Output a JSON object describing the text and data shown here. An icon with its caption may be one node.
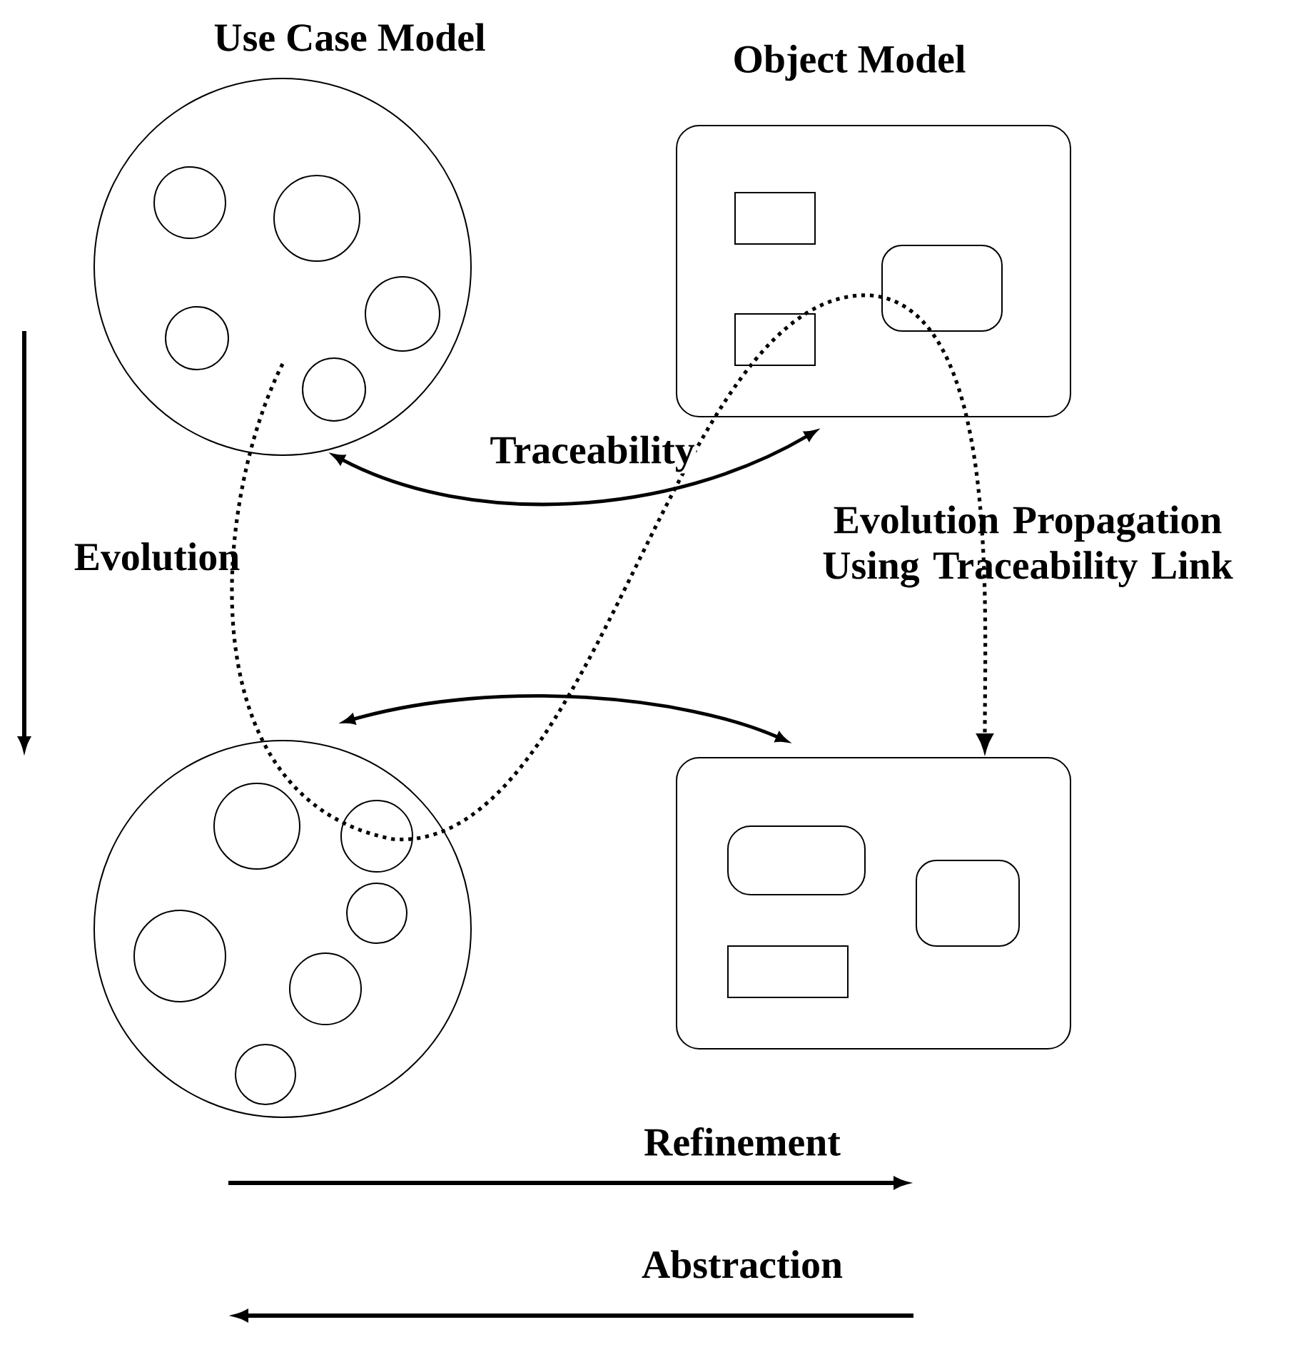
{
  "diagram": {
    "nodes": [
      {
        "text": [
          "Use Case Model"
        ]
      },
      {
        "text": [],
        "shape": "circle",
        "in": 0
      },
      {
        "text": [],
        "shape": "circle",
        "in": 0
      },
      {
        "text": [],
        "shape": "circle",
        "in": 0
      },
      {
        "text": [],
        "shape": "circle",
        "in": 0
      },
      {
        "text": [],
        "shape": "circle",
        "in": 0
      },
      {
        "text": [
          "Object Model"
        ]
      },
      {
        "text": [],
        "shape": "box",
        "in": 6
      },
      {
        "text": [],
        "shape": "box",
        "in": 6
      },
      {
        "text": [],
        "shape": "box",
        "in": 6
      },
      {
        "text": [],
        "shape": "circle"
      },
      {
        "text": [],
        "shape": "circle",
        "in": 10
      },
      {
        "text": [],
        "shape": "circle",
        "in": 10
      },
      {
        "text": [],
        "shape": "circle",
        "in": 10
      },
      {
        "text": [],
        "shape": "circle",
        "in": 10
      },
      {
        "text": [],
        "shape": "circle",
        "in": 10
      },
      {
        "text": [],
        "shape": "circle",
        "in": 10
      },
      {
        "text": [],
        "shape": "box"
      },
      {
        "text": [],
        "shape": "box",
        "in": 17
      },
      {
        "text": [],
        "shape": "box",
        "in": 17
      },
      {
        "text": [],
        "shape": "box",
        "in": 17
      }
    ],
    "edges": [
      {
        "from": 0,
        "to": 6,
        "arrow": "both",
        "label": "Traceability"
      },
      {
        "from": 10,
        "to": 17,
        "arrow": "both"
      },
      {
        "from": null,
        "to": 17,
        "arrow": "to",
        "style": "dashed"
      }
    ],
    "labels": [
      "Evolution",
      "Evolution Propagation Using Traceability Link",
      "Refinement",
      "Abstraction"
    ]
  }
}
